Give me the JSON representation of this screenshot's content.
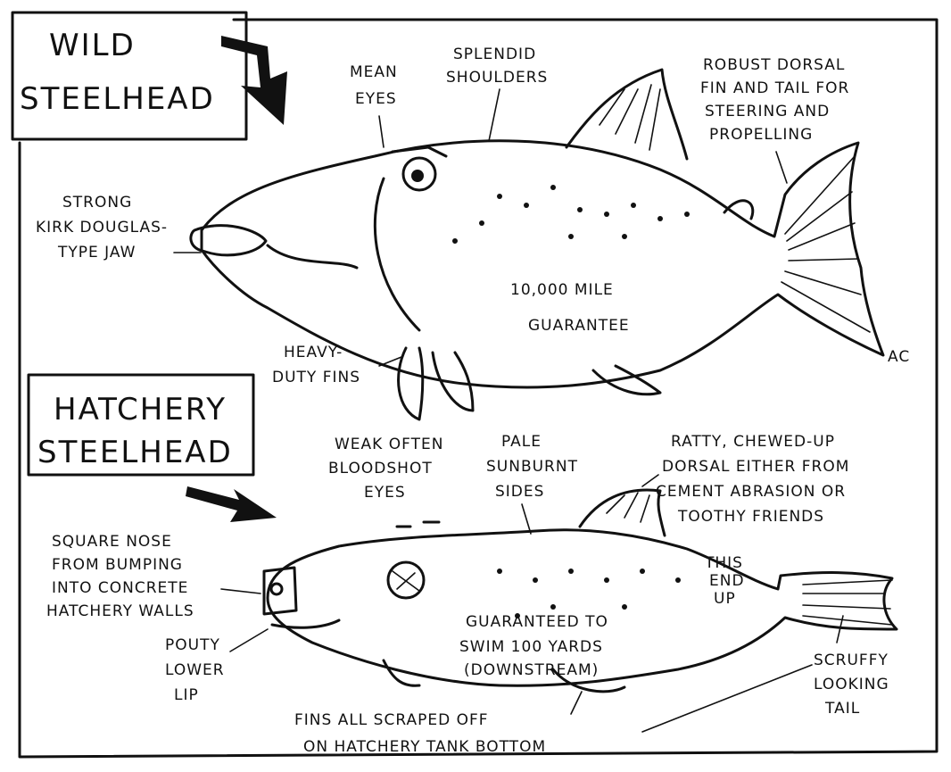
{
  "wild": {
    "title_line1": "WILD",
    "title_line2": "STEELHEAD",
    "labels": {
      "mean_eyes_1": "MEAN",
      "mean_eyes_2": "EYES",
      "shoulders_1": "SPLENDID",
      "shoulders_2": "SHOULDERS",
      "dorsal_1": "ROBUST DORSAL",
      "dorsal_2": "FIN AND TAIL FOR",
      "dorsal_3": "STEERING AND",
      "dorsal_4": "PROPELLING",
      "jaw_1": "STRONG",
      "jaw_2": "KIRK DOUGLAS-",
      "jaw_3": "TYPE JAW",
      "guarantee_1": "10,000 MILE",
      "guarantee_2": "GUARANTEE",
      "fins_1": "HEAVY-",
      "fins_2": "DUTY FINS"
    }
  },
  "hatchery": {
    "title_line1": "HATCHERY",
    "title_line2": "STEELHEAD",
    "labels": {
      "eyes_1": "WEAK OFTEN",
      "eyes_2": "BLOODSHOT",
      "eyes_3": "EYES",
      "sides_1": "PALE",
      "sides_2": "SUNBURNT",
      "sides_3": "SIDES",
      "dorsal_1": "RATTY, CHEWED-UP",
      "dorsal_2": "DORSAL EITHER FROM",
      "dorsal_3": "CEMENT ABRASION OR",
      "dorsal_4": "TOOTHY FRIENDS",
      "nose_1": "SQUARE NOSE",
      "nose_2": "FROM BUMPING",
      "nose_3": "INTO CONCRETE",
      "nose_4": "HATCHERY WALLS",
      "lip_1": "POUTY",
      "lip_2": "LOWER",
      "lip_3": "LIP",
      "end_1": "THIS",
      "end_2": "END",
      "end_3": "UP",
      "swim_1": "GUARANTEED TO",
      "swim_2": "SWIM 100 YARDS",
      "swim_3": "(DOWNSTREAM)",
      "tail_1": "SCRUFFY",
      "tail_2": "LOOKING",
      "tail_3": "TAIL",
      "fins_1": "FINS ALL SCRAPED OFF",
      "fins_2": "ON HATCHERY TANK BOTTOM"
    }
  },
  "signature": "AC",
  "icons": [
    "arrow-icon",
    "wild-fish-icon",
    "hatchery-fish-icon"
  ]
}
